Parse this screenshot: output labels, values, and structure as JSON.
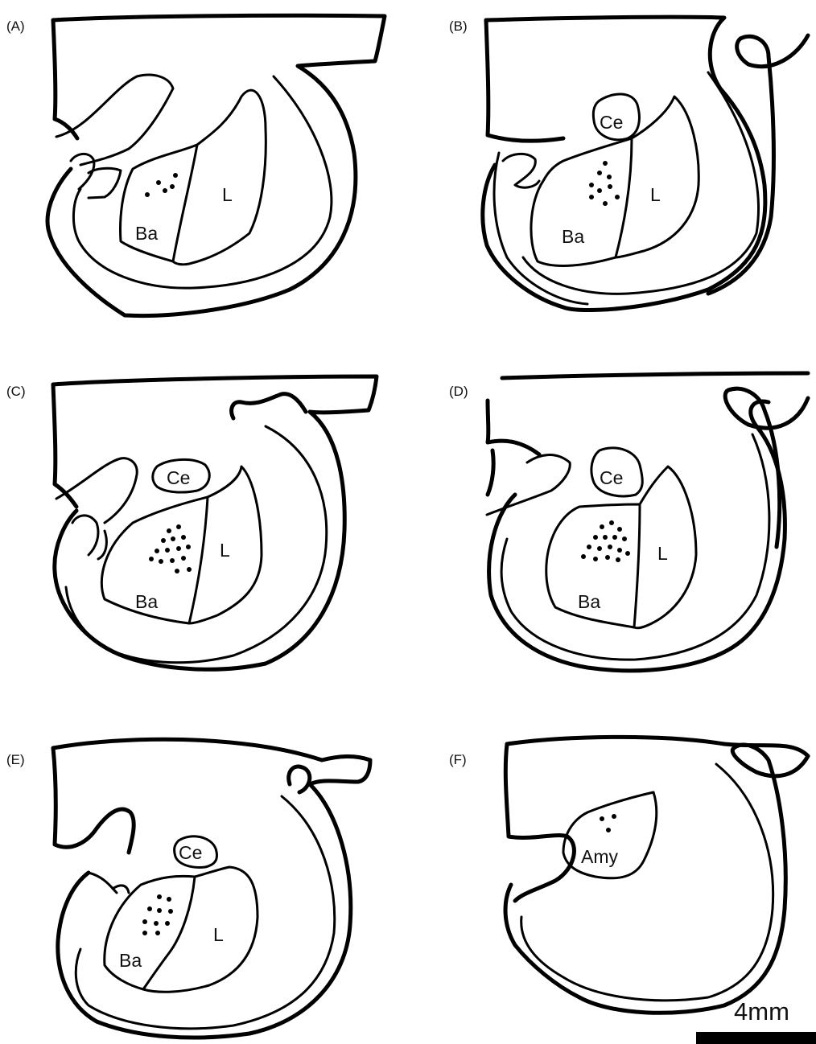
{
  "panels": [
    {
      "label": "(A)",
      "regions": [
        "Ba",
        "L"
      ]
    },
    {
      "label": "(B)",
      "regions": [
        "Ce",
        "Ba",
        "L"
      ]
    },
    {
      "label": "(C)",
      "regions": [
        "Ce",
        "Ba",
        "L"
      ]
    },
    {
      "label": "(D)",
      "regions": [
        "Ce",
        "Ba",
        "L"
      ]
    },
    {
      "label": "(E)",
      "regions": [
        "Ce",
        "Ba",
        "L"
      ]
    },
    {
      "label": "(F)",
      "regions": [
        "Amy"
      ]
    }
  ],
  "scale_bar": {
    "label": "4mm"
  },
  "colors": {
    "line": "#000000",
    "background": "#ffffff"
  }
}
